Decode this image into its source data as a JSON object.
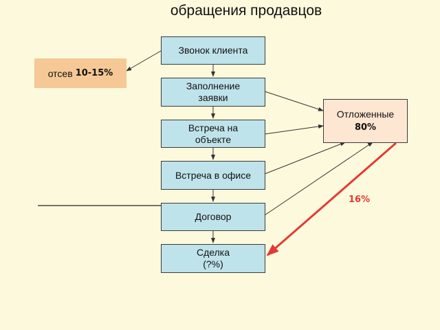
{
  "title": "обращения продавцов",
  "steps": [
    {
      "line1": "Звонок клиента",
      "line2": ""
    },
    {
      "line1": "Заполнение",
      "line2": "заявки"
    },
    {
      "line1": "Встреча на",
      "line2": "объекте"
    },
    {
      "line1": "Встреча в офисе",
      "line2": ""
    },
    {
      "line1": "Договор",
      "line2": ""
    },
    {
      "line1": "Сделка",
      "line2": "(?%)"
    }
  ],
  "dropout": {
    "label": "отсев",
    "percent": "10-15%"
  },
  "deferred": {
    "label": "Отложенные",
    "percent": "80%"
  },
  "return_percent": "16%",
  "colors": {
    "step_fill": "#bfe3ea",
    "dropout_fill": "#f5c896",
    "deferred_fill": "#fde6d2",
    "return_arrow": "#e53935",
    "background": "#fdf9dc"
  }
}
